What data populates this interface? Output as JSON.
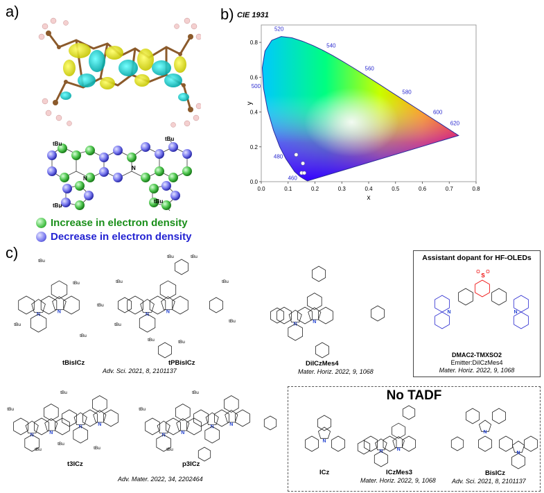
{
  "panel_a": {
    "label": "a)",
    "tbu_labels": [
      "tBu",
      "tBu",
      "tBu",
      "tBu"
    ],
    "n_label": "N",
    "legend": [
      {
        "text": "Increase in electron density",
        "color": "#1a8f1a"
      },
      {
        "text": "Decrease in electron density",
        "color": "#2323d2"
      }
    ]
  },
  "panel_b": {
    "label": "b)",
    "title": "CIE 1931"
  },
  "chart_data": {
    "type": "scatter",
    "title": "CIE 1931",
    "xlabel": "x",
    "ylabel": "y",
    "xlim": [
      0.0,
      0.8
    ],
    "ylim": [
      0.0,
      0.9
    ],
    "xticks": [
      "0.0",
      "0.1",
      "0.2",
      "0.3",
      "0.4",
      "0.5",
      "0.6",
      "0.7",
      "0.8"
    ],
    "yticks": [
      "0.0",
      "0.2",
      "0.4",
      "0.6",
      "0.8"
    ],
    "wavelength_labels": [
      {
        "text": "460",
        "x": 0.144,
        "y": 0.03
      },
      {
        "text": "480",
        "x": 0.091,
        "y": 0.133
      },
      {
        "text": "500",
        "x": 0.008,
        "y": 0.538
      },
      {
        "text": "520",
        "x": 0.074,
        "y": 0.834
      },
      {
        "text": "540",
        "x": 0.23,
        "y": 0.754
      },
      {
        "text": "560",
        "x": 0.373,
        "y": 0.624
      },
      {
        "text": "580",
        "x": 0.512,
        "y": 0.487
      },
      {
        "text": "600",
        "x": 0.627,
        "y": 0.373
      },
      {
        "text": "620",
        "x": 0.691,
        "y": 0.308
      }
    ],
    "series": [
      {
        "values": [
          {
            "x": 0.13,
            "y": 0.155
          },
          {
            "x": 0.155,
            "y": 0.105
          },
          {
            "x": 0.15,
            "y": 0.05
          },
          {
            "x": 0.16,
            "y": 0.05
          }
        ]
      }
    ]
  },
  "panel_c": {
    "label": "c)",
    "compounds": [
      {
        "name": "tBisICz",
        "ref": "Adv. Sci. 2021, 8, 2101137"
      },
      {
        "name": "tPBisICz",
        "ref": ""
      },
      {
        "name": "DiICzMes4",
        "ref": "Mater. Horiz. 2022, 9, 1068"
      },
      {
        "name": "t3ICz",
        "ref": ""
      },
      {
        "name": "p3ICz",
        "ref": ""
      },
      {
        "name": "ICz",
        "ref": ""
      },
      {
        "name": "ICzMes3",
        "ref": "Mater. Horiz. 2022, 9, 1068"
      },
      {
        "name": "BisICz",
        "ref": "Adv. Sci. 2021, 8, 2101137"
      }
    ],
    "ref_t3ICz_group": "Adv. Mater. 2022, 34, 2202464",
    "assistant_box": {
      "title": "Assistant dopant for HF-OLEDs",
      "compound": "DMAC2-TMXSO2",
      "emitter": "Emitter:DiICzMes4",
      "ref": "Mater. Horiz. 2022, 9, 1068"
    },
    "no_tadf_title": "No TADF",
    "substituent": "tBu"
  }
}
